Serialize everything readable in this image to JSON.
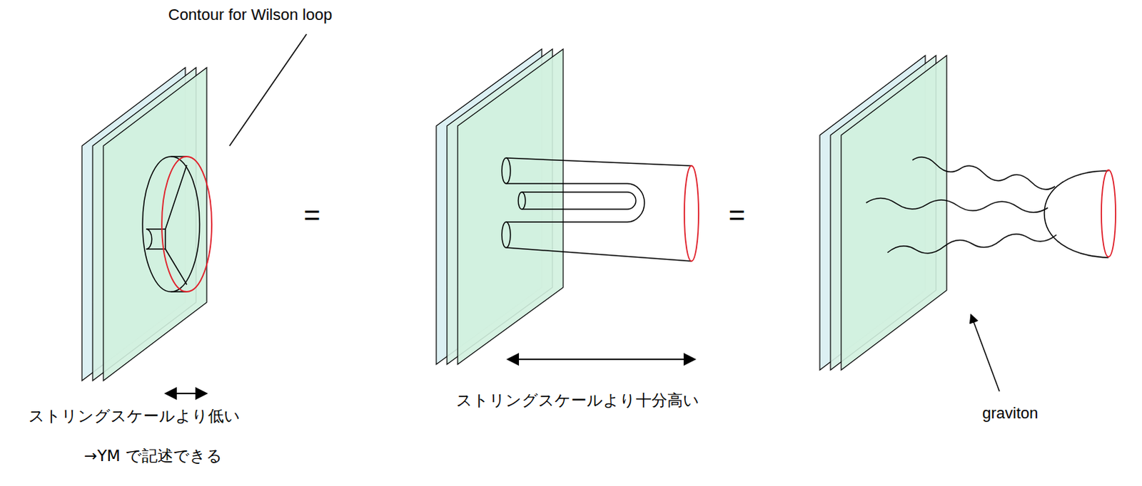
{
  "diagram": {
    "labels": [
      "Contour for Wilson loop",
      "=",
      "=",
      "ストリングスケールより低い",
      "→YM で記述できる",
      "ストリングスケールより十分高い",
      "graviton"
    ]
  }
}
